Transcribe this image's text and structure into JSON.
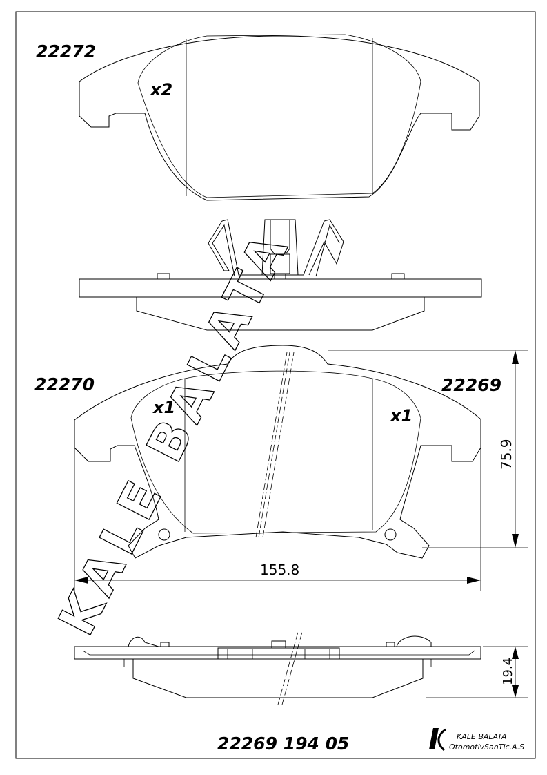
{
  "parts": {
    "top_code": "22272",
    "top_qty": "x2",
    "left_code": "22270",
    "right_code": "22269",
    "left_qty": "x1",
    "right_qty": "x1"
  },
  "dimensions": {
    "width": "155.8",
    "height": "75.9",
    "thickness": "19.4"
  },
  "footer": {
    "article_number": "22269 194 05",
    "company_line1": "KALE  BALATA",
    "company_line2": "OtomotivSanTic.A.S"
  },
  "watermark": {
    "text": "KALE BALATA"
  }
}
